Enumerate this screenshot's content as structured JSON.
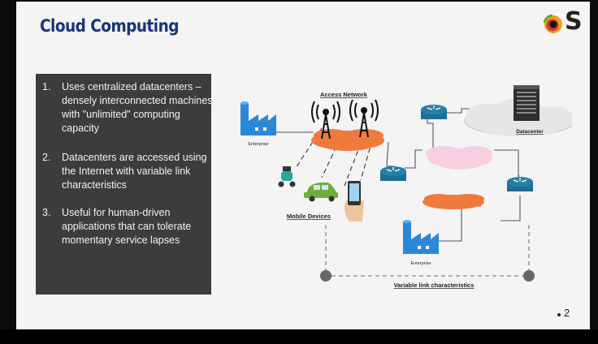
{
  "slide": {
    "title": "Cloud Computing",
    "logo_letter": "S",
    "number": "2"
  },
  "bullets": [
    {
      "num": "1.",
      "text": "Uses centralized datacenters – densely interconnected machines with \"unlimited\" computing capacity"
    },
    {
      "num": "2.",
      "text": "Datacenters are accessed using the Internet with variable link characteristics"
    },
    {
      "num": "3.",
      "text": "Useful for human-driven applications that can tolerate momentary service lapses"
    }
  ],
  "diagram": {
    "access_network": "Access Network",
    "enterprise_top": "Enterprise",
    "enterprise_bottom": "Enterprise",
    "datacenter": "Datacenter",
    "mobile_devices": "Mobile Devices",
    "variable_link": "Variable link characteristics"
  },
  "colors": {
    "title": "#17357a",
    "bullet_box": "#3c3c3c",
    "access_cloud": "#f07a3c",
    "internet_cloud": "#f7cfe0",
    "datacenter_cloud": "#e6e6e6",
    "router": "#2a7fa8",
    "factory": "#2b88d8"
  }
}
